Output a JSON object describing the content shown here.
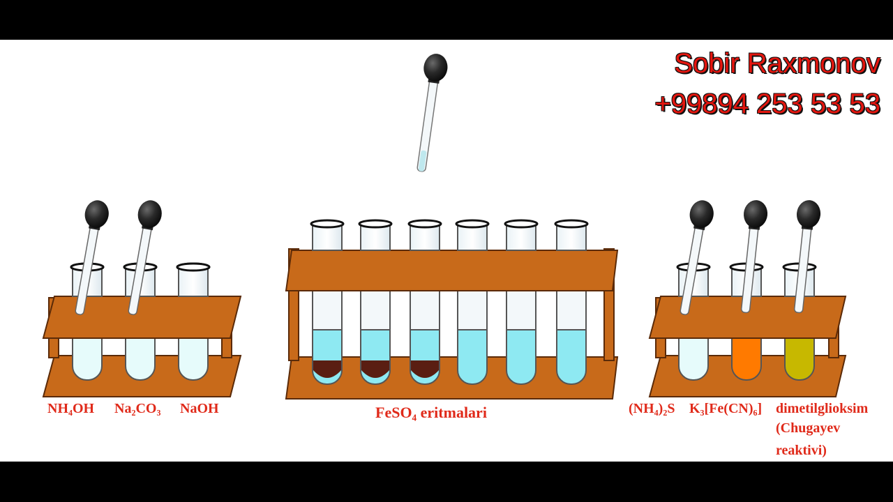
{
  "watermark": {
    "name": "Sobir Raxmonov",
    "phone": "+99894 253 53 53"
  },
  "labels": {
    "left": [
      "NH₄OH",
      "Na₂CO₃",
      "NaOH"
    ],
    "center": "FeSO₄ eritmalari",
    "right": [
      "(NH₄)₂S",
      "K₃[Fe(CN)₆]",
      "dimetilglioksim",
      "(Chugayev",
      "reaktivi)"
    ]
  },
  "colors": {
    "rack_wood": "#c86a1a",
    "rack_outline": "#5a2a08",
    "label_red": "#e02a1a",
    "reagent_pale": "#e6fbfb",
    "feso4_blue": "#8ee9f2",
    "precipitate_brown": "#5a1e12",
    "ferricyanide_orange": "#ff7a00",
    "dmg_yellow": "#c7b800"
  },
  "icons": [
    "dropper-icon",
    "test-tube-icon",
    "rack-icon"
  ]
}
